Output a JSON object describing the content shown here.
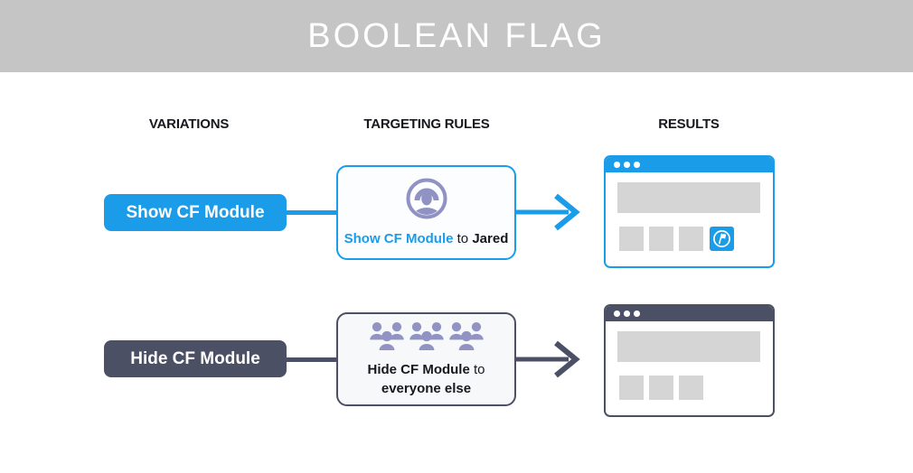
{
  "header": {
    "title": "BOOLEAN FLAG"
  },
  "columns": {
    "variations": "VARIATIONS",
    "targeting_rules": "TARGETING RULES",
    "results": "RESULTS"
  },
  "colors": {
    "blue": "#1b9ce8",
    "dark_slate": "#4c5064",
    "icon_purple": "#9193c3",
    "placeholder_gray": "#d5d5d5",
    "header_gray": "#c5c5c5",
    "light_card_bg": "#f7f8fa"
  },
  "rows": [
    {
      "variation_label": "Show CF Module",
      "rule": {
        "icon": "user-in-circle-icon",
        "flag_label": "Show CF Module",
        "connector_word": "to",
        "audience": "Jared"
      },
      "result": {
        "theme": "blue",
        "placeholder_blocks": 3,
        "shows_flag_module": true,
        "flag_module_icon": "flag-in-circle-icon"
      }
    },
    {
      "variation_label": "Hide CF Module",
      "rule": {
        "icon": "crowd-icon",
        "flag_label": "Hide CF Module",
        "connector_word": "to",
        "audience": "everyone else"
      },
      "result": {
        "theme": "dark",
        "placeholder_blocks": 3,
        "shows_flag_module": false
      }
    }
  ]
}
